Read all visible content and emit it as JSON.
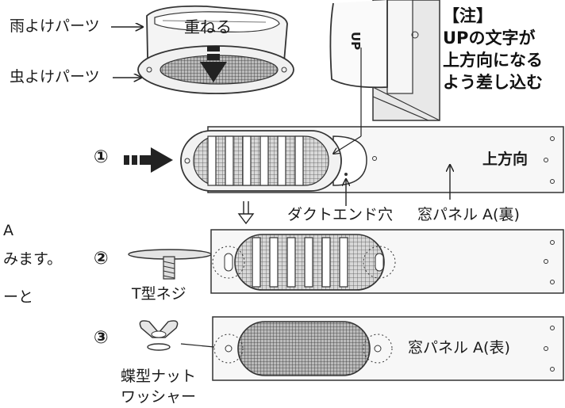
{
  "labels": {
    "rain_part": "雨よけパーツ",
    "insect_part": "虫よけパーツ",
    "stack": "重ねる",
    "up_mark": "UP",
    "duct_end_hole": "ダクトエンド穴",
    "panel_back": "窓パネル A(裏)",
    "upward": "上方向",
    "t_bolt": "T型ネジ",
    "wing_nut": "蝶型ナット",
    "washer": "ワッシャー",
    "panel_front": "窓パネル A(表)"
  },
  "note": {
    "line1": "【注】",
    "line2": "UPの文字が",
    "line3": "上方向になる",
    "line4": "よう差し込む"
  },
  "steps": {
    "s1": "①",
    "s2": "②",
    "s3": "③"
  },
  "left_fragments": {
    "a": "A",
    "b": "みます。",
    "c": "ーと"
  }
}
